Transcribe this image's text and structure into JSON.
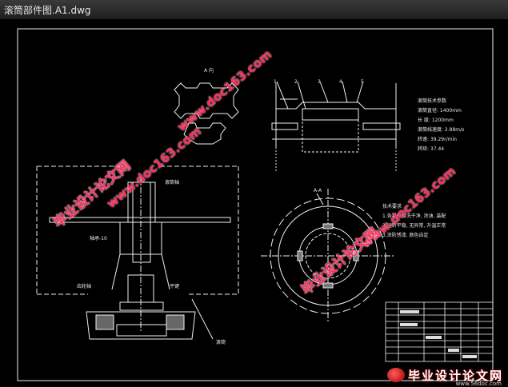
{
  "window": {
    "title": "滚筒部件图.A1.dwg"
  },
  "watermarks": {
    "brand_cn": "毕业设计论文网",
    "url": "www.doc163.com"
  },
  "drawing": {
    "section_label": "A 向",
    "top_numbers": [
      "1",
      "2",
      "3",
      "4",
      "5"
    ],
    "left_label_top": "滚筒轴",
    "left_label_mid": "轴承-10",
    "left_label_bottom_l": "齿轮轴",
    "left_label_bottom_r": "平键",
    "right_label": "滚筒",
    "circle_label": "A-A",
    "spec_title": "滚筒技术参数",
    "spec_lines": [
      "滚筒直径: 1400mm",
      "长   度: 1200mm",
      "滚筒线速度: 2.88m/s",
      "转速: 39.29r/min",
      "转矩: 37.44"
    ],
    "notes_title": "技术要求",
    "notes_lines": [
      "1.各零件清洗干净, 涂油, 装配",
      "2.运转平稳, 无异常, 升温正常",
      "3.涂防锈漆, 颜色自定"
    ]
  },
  "footer": {
    "site": "www.56doc.com"
  }
}
